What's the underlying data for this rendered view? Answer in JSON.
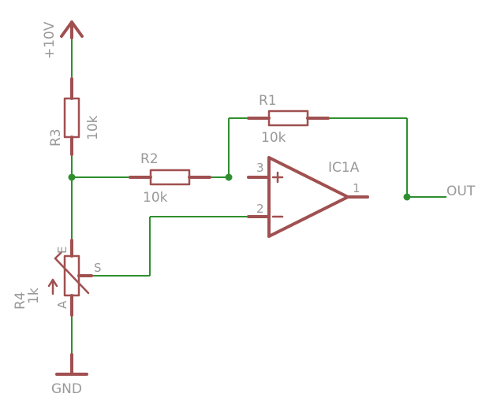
{
  "supply": {
    "label": "+10V"
  },
  "ground": {
    "label": "GND"
  },
  "r3": {
    "name": "R3",
    "value": "10k"
  },
  "r2": {
    "name": "R2",
    "value": "10k"
  },
  "r1": {
    "name": "R1",
    "value": "10k"
  },
  "r4": {
    "name": "R4",
    "value": "1k",
    "pin_e": "E",
    "pin_a": "A",
    "pin_s": "S"
  },
  "opamp": {
    "name": "IC1A",
    "pin_noninv": "3",
    "pin_inv": "2",
    "pin_out": "1",
    "plus": "+",
    "minus": "−"
  },
  "output": {
    "label": "OUT"
  },
  "colors": {
    "symbol": "#a05050",
    "wire": "#2f8f2f",
    "text": "#999999"
  }
}
